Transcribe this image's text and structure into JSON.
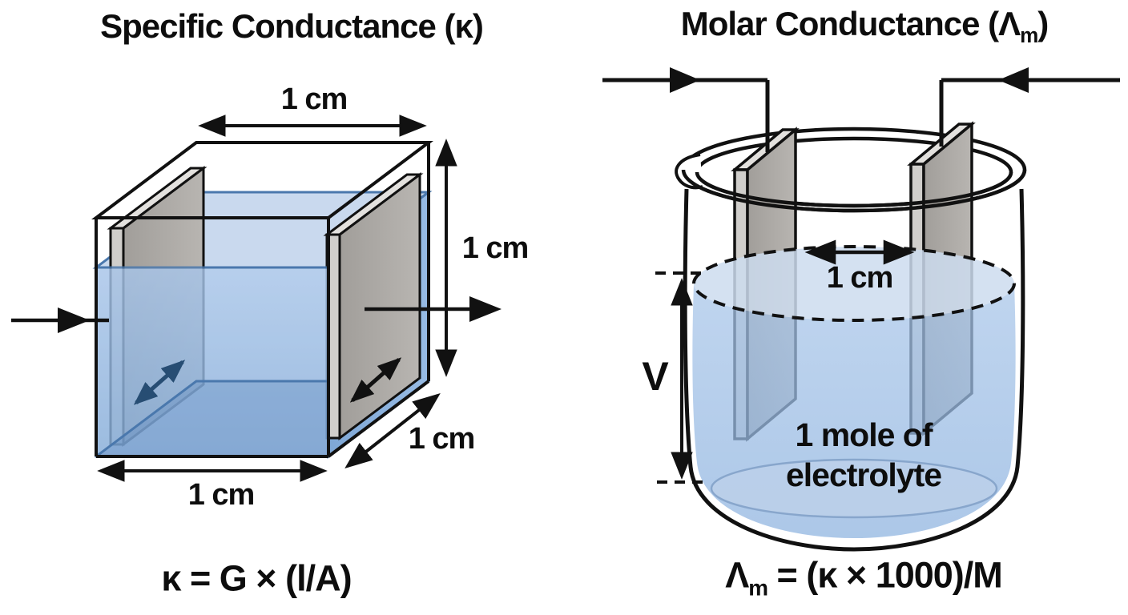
{
  "left_panel": {
    "title": "Specific Conductance (κ)",
    "formula": "κ = G × (l/A)",
    "dims": {
      "top": "1 cm",
      "height": "1 cm",
      "bottom": "1 cm",
      "depth": "1 cm"
    }
  },
  "right_panel": {
    "title": {
      "prefix": "Molar Conductance (Λ",
      "sub": "m",
      "suffix": ")"
    },
    "formula": {
      "prefix": "Λ",
      "sub": "m",
      "rest": " = (κ × 1000)/M"
    },
    "dims": {
      "gap": "1 cm",
      "volume": "V"
    },
    "content_label": {
      "line1": "1 mole of",
      "line2": "electrolyte"
    }
  },
  "colors": {
    "line": "#111111",
    "liquid_front": "#8fb4e0",
    "liquid_surface": "#cddcef",
    "liquid_outline": "#4a78ad",
    "electrode_gray": "#aeaba7",
    "background": "#ffffff"
  }
}
